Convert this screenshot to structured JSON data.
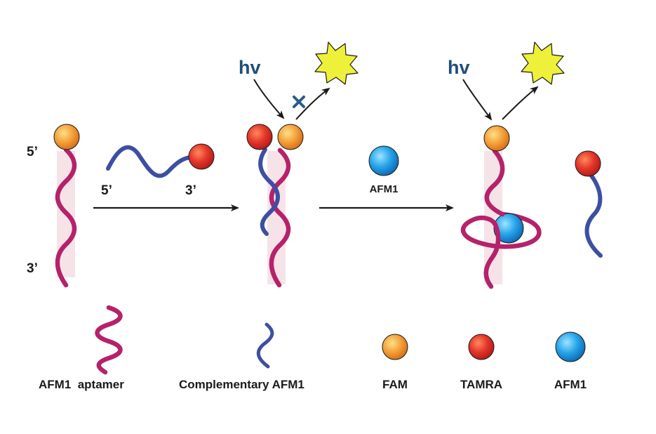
{
  "strand_labels": {
    "aptamer_5": "5’",
    "aptamer_3": "3’",
    "complement_5": "5’",
    "complement_3": "3’"
  },
  "excitation": {
    "symbol_1": "hv",
    "symbol_2": "hv"
  },
  "target_label": "AFM1",
  "legend": {
    "aptamer": "AFM1  aptamer",
    "complementary": "Complementary AFM1",
    "fam": "FAM",
    "tamra": "TAMRA",
    "afm1": "AFM1"
  },
  "colors": {
    "aptamer": "#b5226a",
    "complementary": "#3d4fa3",
    "fam": "#f29a2e",
    "tamra": "#e0362a",
    "afm1": "#1e9be3",
    "fluorescence": "#eef03a",
    "hv_text": "#1f4e7a",
    "quench_mark": "#2a5d8a"
  }
}
